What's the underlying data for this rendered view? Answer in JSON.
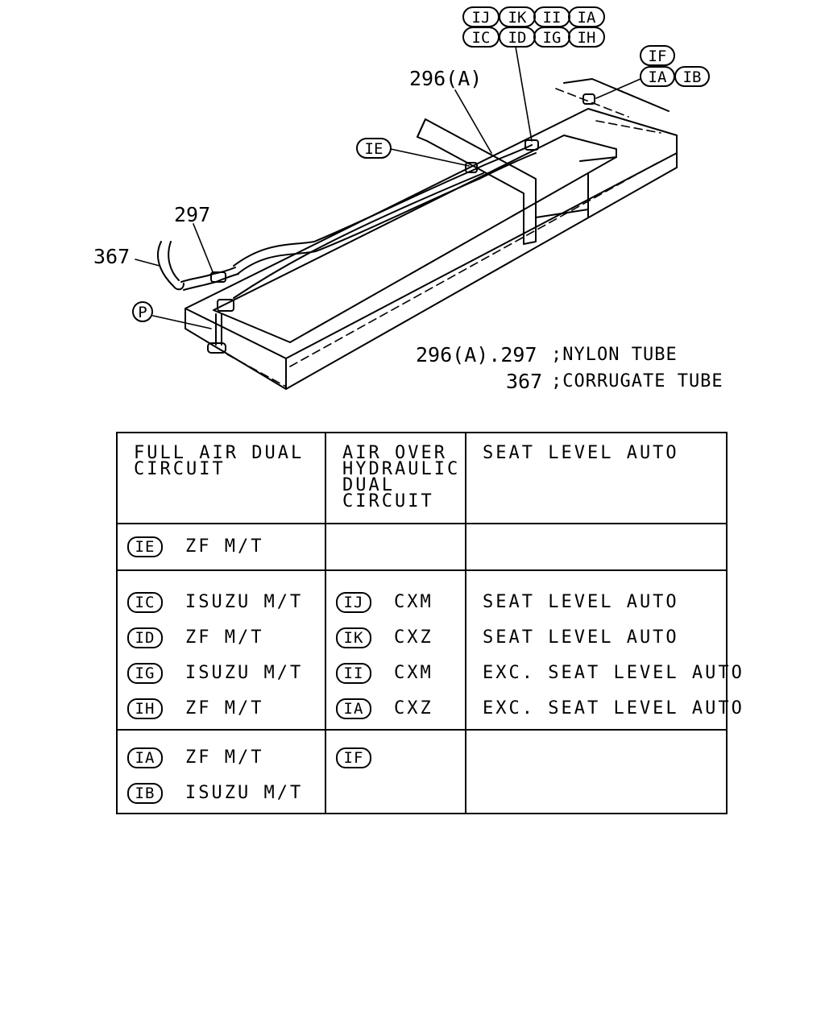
{
  "diagram": {
    "callout_codes_top": [
      "IJ",
      "IK",
      "II",
      "IA",
      "IC",
      "ID",
      "IG",
      "IH"
    ],
    "callout_codes_right": [
      "IF",
      "IA",
      "IB"
    ],
    "callout_code_mid": "IE",
    "callout_code_p": "P",
    "part_296a": "296(A)",
    "part_297": "297",
    "part_367": "367",
    "legend": {
      "line1_parts": "296(A).297",
      "line1_desc": ";NYLON TUBE",
      "line2_parts": "367",
      "line2_desc": ";CORRUGATE TUBE"
    }
  },
  "table": {
    "headers": [
      "FULL AIR DUAL\nCIRCUIT",
      "AIR OVER\nHYDRAULIC\nDUAL\nCIRCUIT",
      "SEAT LEVEL AUTO"
    ],
    "group1": {
      "col1": [
        {
          "code": "IE",
          "desc": "ZF M/T"
        }
      ]
    },
    "group2": {
      "col1": [
        {
          "code": "IC",
          "desc": "ISUZU M/T"
        },
        {
          "code": "ID",
          "desc": "ZF M/T"
        },
        {
          "code": "IG",
          "desc": "ISUZU M/T"
        },
        {
          "code": "IH",
          "desc": "ZF M/T"
        }
      ],
      "col2": [
        {
          "code": "IJ",
          "desc": "CXM"
        },
        {
          "code": "IK",
          "desc": "CXZ"
        },
        {
          "code": "II",
          "desc": "CXM"
        },
        {
          "code": "IA",
          "desc": "CXZ"
        }
      ],
      "col3": [
        "SEAT LEVEL AUTO",
        "SEAT LEVEL AUTO",
        "EXC. SEAT LEVEL AUTO",
        "EXC. SEAT LEVEL AUTO"
      ]
    },
    "group3": {
      "col1": [
        {
          "code": "IA",
          "desc": "ZF M/T"
        },
        {
          "code": "IB",
          "desc": "ISUZU M/T"
        }
      ],
      "col2": [
        {
          "code": "IF"
        }
      ]
    }
  }
}
